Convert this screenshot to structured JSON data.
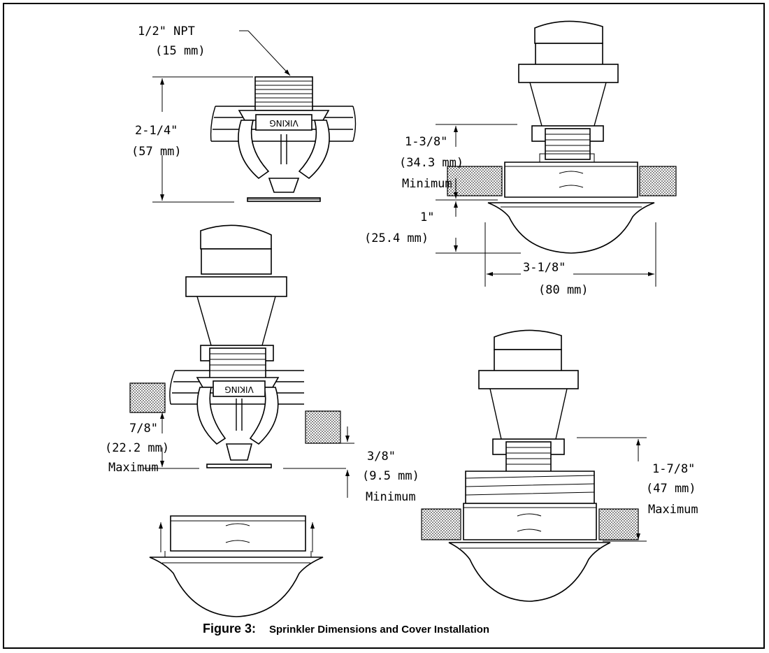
{
  "labels": {
    "npt_size": "1/2\" NPT",
    "npt_metric": "(15 mm)",
    "sprinkler_height": "2-1/4\"",
    "sprinkler_height_metric": "(57 mm)",
    "cup_depth_min": "1-3/8\"",
    "cup_depth_min_metric": "(34.3 mm)",
    "cup_depth_min_word": "Minimum",
    "cover_depth": "1\"",
    "cover_depth_metric": "(25.4 mm)",
    "cover_diameter": "3-1/8\"",
    "cover_diameter_metric": "(80 mm)",
    "recess_max": "7/8\"",
    "recess_max_metric": "(22.2 mm)",
    "recess_max_word": "Maximum",
    "gap_min": "3/8\"",
    "gap_min_metric": "(9.5 mm)",
    "gap_min_word": "Minimum",
    "cup_depth_max": "1-7/8\"",
    "cup_depth_max_metric": "(47 mm)",
    "cup_depth_max_word": "Maximum",
    "brand_mark": "VIKING"
  },
  "caption": {
    "figure": "Figure 3:",
    "title": "Sprinkler Dimensions and Cover Installation"
  }
}
